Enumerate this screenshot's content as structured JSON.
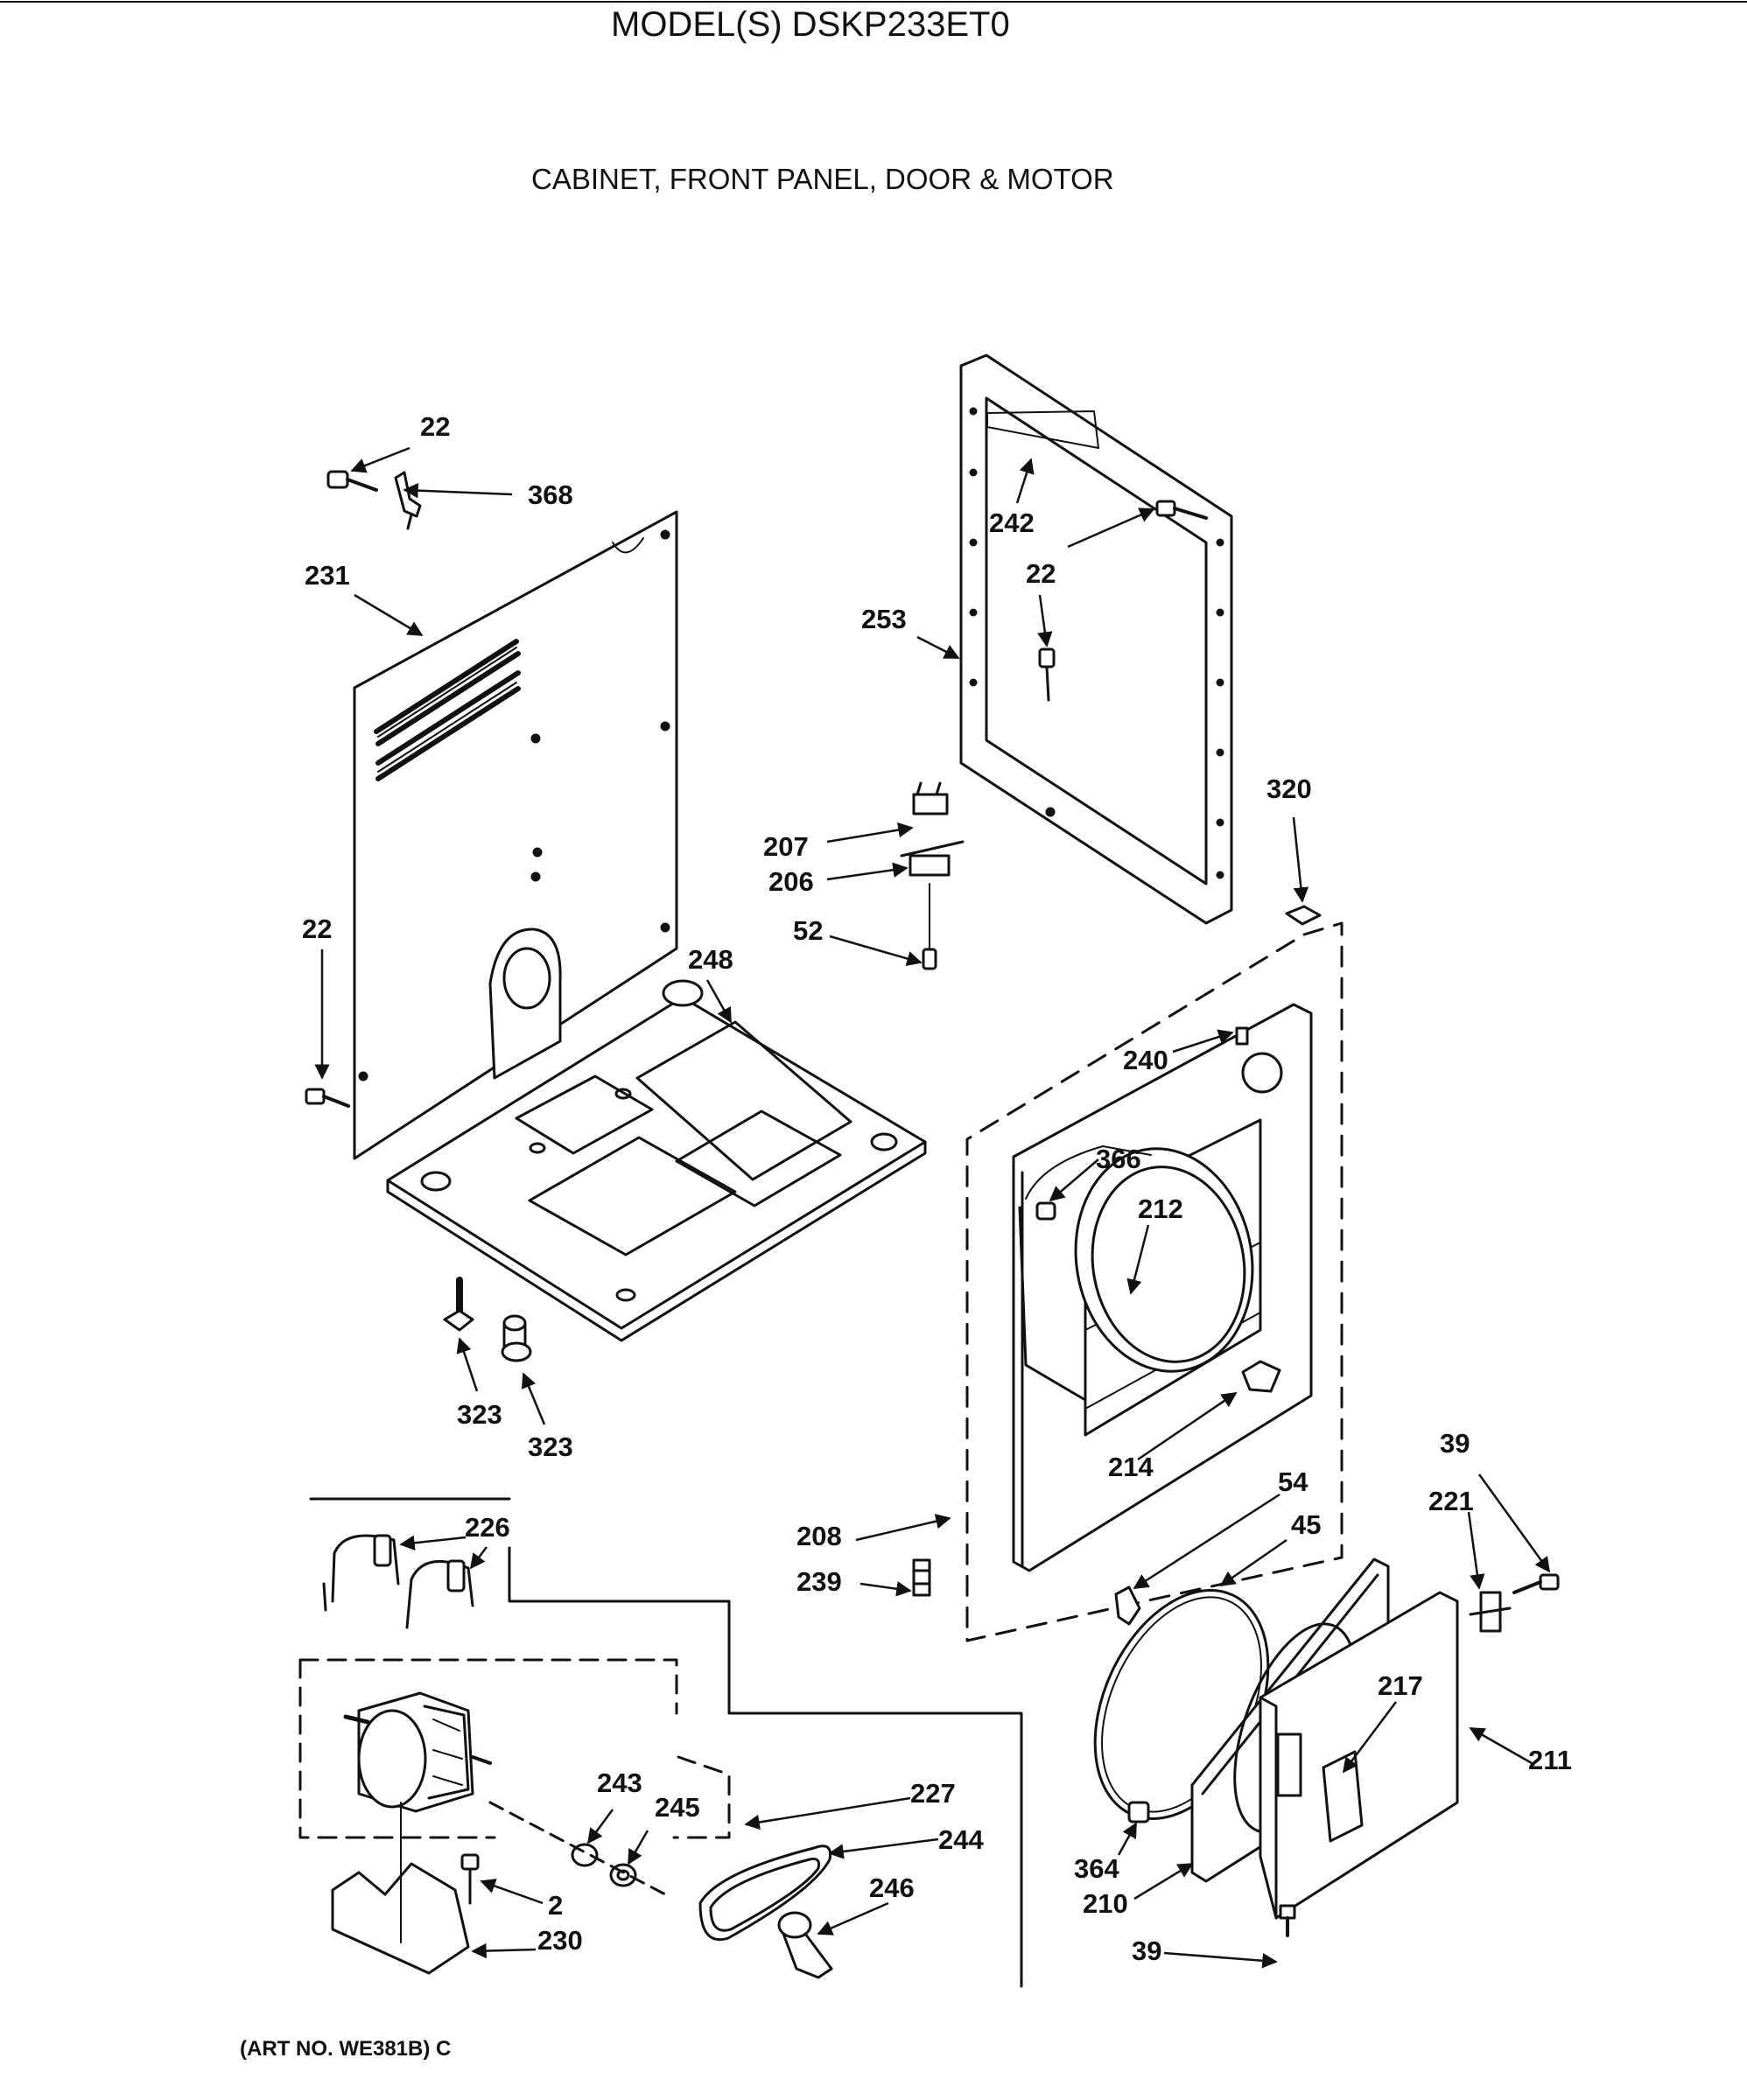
{
  "header": {
    "model": "MODEL(S) DSKP233ET0",
    "section": "CABINET, FRONT PANEL, DOOR & MOTOR"
  },
  "footer": {
    "art_no": "(ART NO. WE381B) C"
  },
  "diagram": {
    "callouts": [
      {
        "id": "c22a",
        "text": "22"
      },
      {
        "id": "c368",
        "text": "368"
      },
      {
        "id": "c231",
        "text": "231"
      },
      {
        "id": "c22b",
        "text": "22"
      },
      {
        "id": "c248",
        "text": "248"
      },
      {
        "id": "c323a",
        "text": "323"
      },
      {
        "id": "c323b",
        "text": "323"
      },
      {
        "id": "c242",
        "text": "242"
      },
      {
        "id": "c22c",
        "text": "22"
      },
      {
        "id": "c253",
        "text": "253"
      },
      {
        "id": "c207",
        "text": "207"
      },
      {
        "id": "c206",
        "text": "206"
      },
      {
        "id": "c52",
        "text": "52"
      },
      {
        "id": "c320",
        "text": "320"
      },
      {
        "id": "c240",
        "text": "240"
      },
      {
        "id": "c366",
        "text": "366"
      },
      {
        "id": "c212",
        "text": "212"
      },
      {
        "id": "c214",
        "text": "214"
      },
      {
        "id": "c208",
        "text": "208"
      },
      {
        "id": "c239",
        "text": "239"
      },
      {
        "id": "c39a",
        "text": "39"
      },
      {
        "id": "c221",
        "text": "221"
      },
      {
        "id": "c54",
        "text": "54"
      },
      {
        "id": "c45",
        "text": "45"
      },
      {
        "id": "c217",
        "text": "217"
      },
      {
        "id": "c211",
        "text": "211"
      },
      {
        "id": "c364",
        "text": "364"
      },
      {
        "id": "c210",
        "text": "210"
      },
      {
        "id": "c39b",
        "text": "39"
      },
      {
        "id": "c226",
        "text": "226"
      },
      {
        "id": "c243",
        "text": "243"
      },
      {
        "id": "c245",
        "text": "245"
      },
      {
        "id": "c227",
        "text": "227"
      },
      {
        "id": "c244",
        "text": "244"
      },
      {
        "id": "c246",
        "text": "246"
      },
      {
        "id": "c2",
        "text": "2"
      },
      {
        "id": "c230",
        "text": "230"
      }
    ]
  }
}
